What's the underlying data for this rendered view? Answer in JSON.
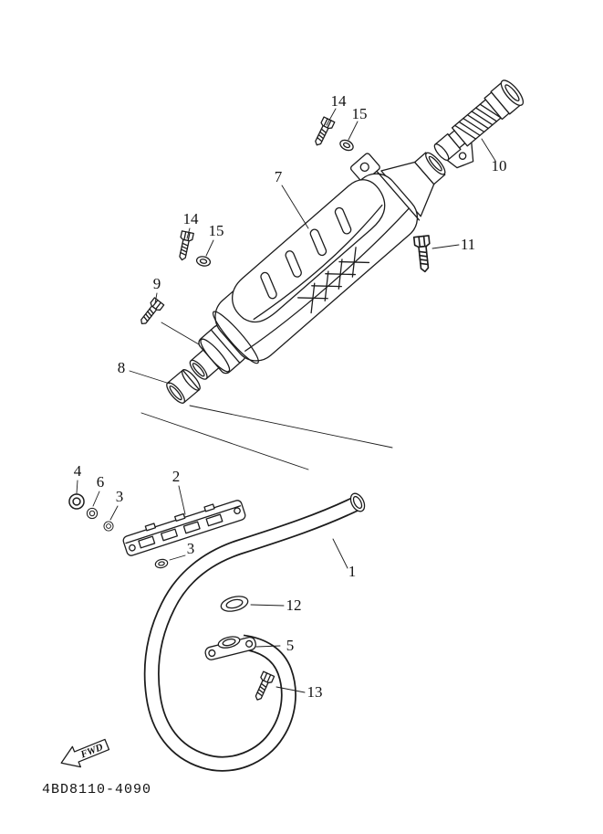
{
  "diagram": {
    "part_code": "4BD8110-4090",
    "fwd_label": "FWD",
    "colors": {
      "line": "#1c1c1c",
      "background": "#ffffff"
    },
    "callouts": [
      {
        "id": "14-top",
        "label": "14"
      },
      {
        "id": "15-top",
        "label": "15"
      },
      {
        "id": "7",
        "label": "7"
      },
      {
        "id": "10",
        "label": "10"
      },
      {
        "id": "11",
        "label": "11"
      },
      {
        "id": "14-left",
        "label": "14"
      },
      {
        "id": "15-left",
        "label": "15"
      },
      {
        "id": "9",
        "label": "9"
      },
      {
        "id": "8",
        "label": "8"
      },
      {
        "id": "4",
        "label": "4"
      },
      {
        "id": "6",
        "label": "6"
      },
      {
        "id": "3-upper",
        "label": "3"
      },
      {
        "id": "2",
        "label": "2"
      },
      {
        "id": "3-lower",
        "label": "3"
      },
      {
        "id": "1",
        "label": "1"
      },
      {
        "id": "12",
        "label": "12"
      },
      {
        "id": "5",
        "label": "5"
      },
      {
        "id": "13",
        "label": "13"
      }
    ]
  }
}
